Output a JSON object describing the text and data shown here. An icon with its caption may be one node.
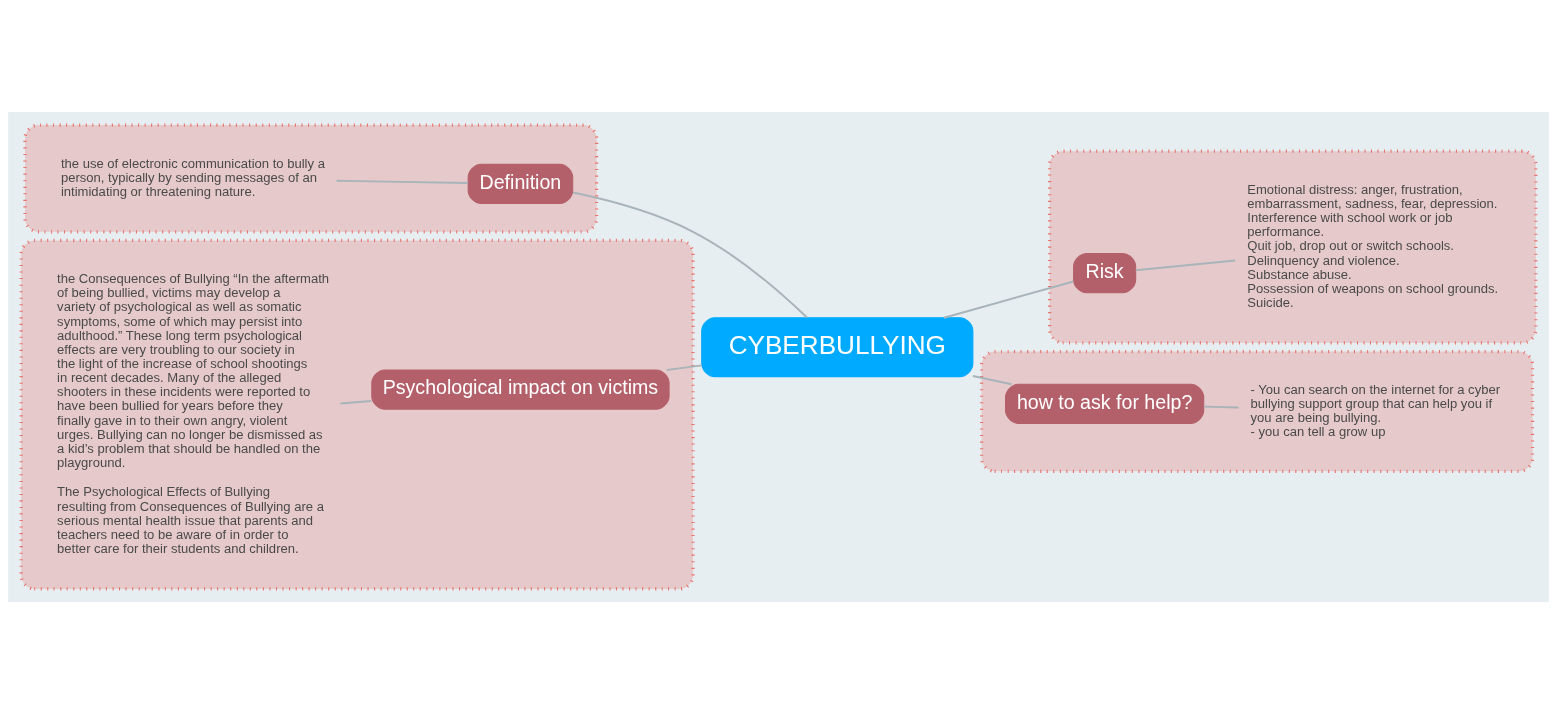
{
  "diagram": {
    "nodes": [
      {
        "text": [
          "CYBERBULLYING"
        ]
      },
      {
        "text": [],
        "shape": "box"
      },
      {
        "text": [
          "Definition"
        ],
        "in": 1
      },
      {
        "text": [
          "the use of electronic communication to bully a person, typically by sending messages of an intimidating or threatening nature."
        ],
        "in": 1
      },
      {
        "text": [],
        "shape": "box"
      },
      {
        "text": [
          "Risk"
        ],
        "in": 4
      },
      {
        "text": [
          "Emotional distress: anger, frustration, embarrassment, sadness, fear, depression.",
          "Interference with school work or job performance.",
          "Quit job, drop out or switch schools.",
          "Delinquency and violence.",
          "Substance abuse.",
          "Possession of weapons on school grounds.",
          "Suicide."
        ],
        "in": 4
      },
      {
        "text": [],
        "shape": "box"
      },
      {
        "text": [
          "Psychological impact on victims"
        ],
        "in": 7
      },
      {
        "text": [
          "the Consequences of Bullying “In the aftermath of being bullied, victims may develop a variety of psychological as well as somatic symptoms, some of which may persist into adulthood.” These long term psychological effects are very troubling to our society in the light of the increase of school shootings in recent decades. Many of the alleged shooters in these incidents were reported to have been bullied for years before they finally gave in to their own angry, violent urges. Bullying can no longer be dismissed as a kid’s problem that should be handled on the playground.",
          "The Psychological Effects of Bullying resulting from Consequences of Bullying are a serious mental health issue that parents and teachers need to be aware of in order to better care for their students and children."
        ],
        "in": 7
      },
      {
        "text": [],
        "shape": "box"
      },
      {
        "text": [
          "how to ask for help?"
        ],
        "in": 10
      },
      {
        "text": [
          "- You can search on the internet for a cyber bullying support group that can help you if you are being bullying.",
          "- you can tell a grow up"
        ],
        "in": 10
      }
    ],
    "edges": [
      {
        "from": 0,
        "to": 2,
        "arrow": "none"
      },
      {
        "from": 2,
        "to": 3,
        "arrow": "none"
      },
      {
        "from": 0,
        "to": 5,
        "arrow": "none"
      },
      {
        "from": 5,
        "to": 6,
        "arrow": "none"
      },
      {
        "from": 0,
        "to": 8,
        "arrow": "none"
      },
      {
        "from": 8,
        "to": 9,
        "arrow": "none"
      },
      {
        "from": 0,
        "to": 11,
        "arrow": "none"
      },
      {
        "from": 11,
        "to": 12,
        "arrow": "none"
      }
    ]
  }
}
